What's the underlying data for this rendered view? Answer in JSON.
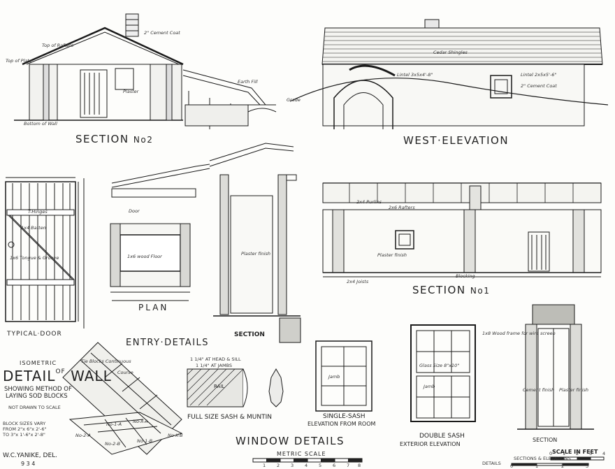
{
  "titles": {
    "section2": "SECTION",
    "section2_no": "No2",
    "west_elevation": "WEST·ELEVATION",
    "section1": "SECTION",
    "section1_no": "No1",
    "typical_door": "TYPICAL·DOOR",
    "entry_details": "ENTRY·DETAILS",
    "plan": "PLAN",
    "entry_section": "SECTION",
    "window_details": "WINDOW DETAILS",
    "metric_scale": "METRIC SCALE",
    "full_size_sash": "FULL SIZE SASH & MUNTIN",
    "single_sash": "SINGLE-SASH",
    "single_sash_sub": "ELEVATION FROM ROOM",
    "double_sash": "DOUBLE SASH",
    "double_sash_sub": "EXTERIOR ELEVATION",
    "wall_section": "SECTION",
    "scale_in_feet": "SCALE IN FEET",
    "scale_sub": "SECTIONS & ELEVATIONS",
    "details": "DETAILS",
    "isometric": "ISOMETRIC",
    "detail_of_wall": "DETAIL",
    "of": "OF",
    "wall": "WALL",
    "showing_1": "SHOWING METHOD OF",
    "showing_2": "LAYING SOD BLOCKS",
    "not_to_scale": "NOT DRAWN TO SCALE",
    "block_sizes_1": "BLOCK SIZES VARY",
    "block_sizes_2": "FROM 2\"x 6\"x 2'-6\"",
    "block_sizes_3": "TO 3\"x 1'-6\"x 2'-8\"",
    "signature": "W.C.YANIKE, DEL.",
    "year": "9 3 4"
  },
  "annotations": {
    "top_of_rafters": "Top of Rafters",
    "top_of_plate": "Top of Plate",
    "cement_coat": "2\" Cement Coat",
    "plaster": "Plaster",
    "earth_fill": "Earth Fill",
    "grade": "Grade",
    "bottom_of_wall": "Bottom of Wall",
    "cedar_shingles": "Cedar Shingles",
    "lintel": "Lintel 3x5x4'-8\"",
    "lintel2": "Lintel 2x5x5'-6\"",
    "cement_finish": "Cement finish",
    "plaster_finish": "Plaster finish",
    "hinges": "T-Hinges",
    "batten": "1x4 Batten",
    "tongue_groove": "1x6 Tongue & Groove",
    "wood_floor": "1x6 wood Floor",
    "door": "Door",
    "jamb": "Jamb",
    "glass_size": "Glass Size 8\"x10\"",
    "rail": "RAIL",
    "at_head_sill": "1 1/4\" AT HEAD & SILL",
    "at_jambs": "1 1/4\" AT JAMBS",
    "wood_frame": "1x8 Wood frame for wire screen",
    "purlins": "2x4 Purlins",
    "rafters": "2x6 Rafters",
    "joists": "2x4 Joists",
    "blocking": "Blocking",
    "sod_blocks_cont": "Tie Blocks Continuous",
    "course": "Course",
    "block_a": "No-2-A",
    "block_b": "No-1-A",
    "block_c": "No-X-A",
    "block_d": "No-2-B",
    "block_e": "No-1-B",
    "block_f": "No-X-B"
  },
  "scales": {
    "metric_ticks": [
      "1",
      "2",
      "3",
      "4",
      "5",
      "6",
      "7",
      "8"
    ],
    "feet_ticks": [
      "0",
      "1",
      "2",
      "3",
      "4"
    ],
    "detail_ticks": [
      "0",
      "1",
      "2",
      "3"
    ]
  }
}
